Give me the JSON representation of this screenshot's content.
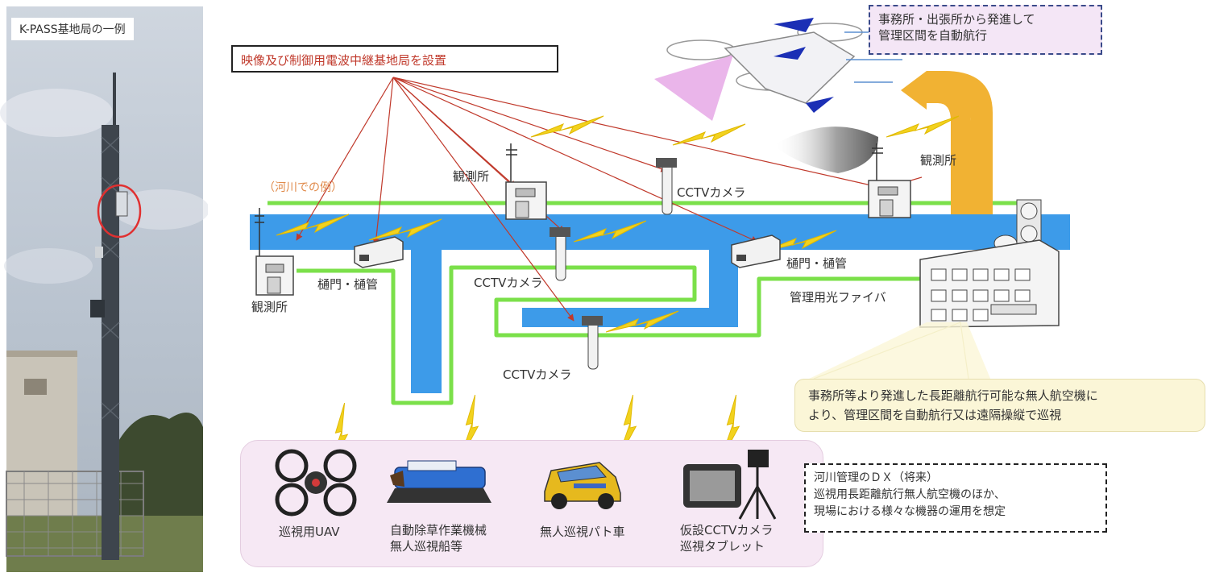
{
  "photo": {
    "caption": "K-PASS基地局の一例"
  },
  "callouts": {
    "relay_station": "映像及び制御用電波中継基地局を設置",
    "river_example": "（河川での例）",
    "drone_launch_line1": "事務所・出張所から発進して",
    "drone_launch_line2": "管理区間を自動航行",
    "long_range_line1": "事務所等より発進した長距離航行可能な無人航空機に",
    "long_range_line2": "より、管理区間を自動航行又は遠隔操縦で巡視",
    "dx_line1": "河川管理のＤＸ（将来）",
    "dx_line2": "巡視用長距離航行無人航空機のほか、",
    "dx_line3": "現場における様々な機器の運用を想定"
  },
  "facilities": {
    "observatory_left": "観測所",
    "observatory_center": "観測所",
    "observatory_right": "観測所",
    "sluice_left": "樋門・樋管",
    "sluice_right": "樋門・樋管",
    "cctv_top": "CCTVカメラ",
    "cctv_middle": "CCTVカメラ",
    "cctv_bottom": "CCTVカメラ",
    "fiber": "管理用光ファイバ"
  },
  "devices": {
    "uav": "巡視用UAV",
    "mower_line1": "自動除草作業機械",
    "mower_line2": "無人巡視船等",
    "patrol_car": "無人巡視パト車",
    "camera_line1": "仮設CCTVカメラ",
    "camera_line2": "巡視タブレット"
  },
  "colors": {
    "river": "#3d9be9",
    "fiber": "#7be04a",
    "signal": "#f2d21e",
    "arrow": "#c0392b",
    "launch_arrow": "#f1b233"
  }
}
